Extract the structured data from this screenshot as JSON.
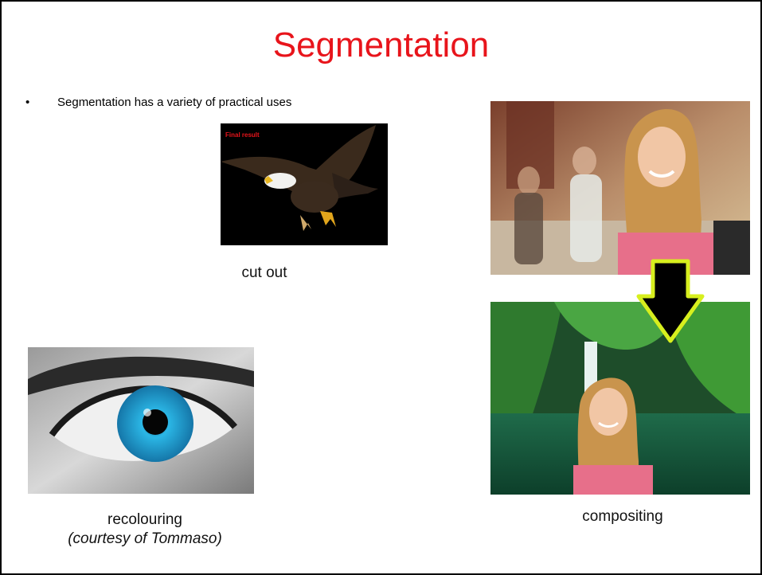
{
  "slide": {
    "title": "Segmentation",
    "bullet": "Segmentation has a variety of practical uses",
    "eagle_overlay_text": "Final result",
    "caption_cutout": "cut out",
    "caption_recolouring": "recolouring",
    "caption_courtesy": "(courtesy of Tommaso)",
    "caption_compositing": "compositing"
  },
  "colors": {
    "title": "#e8141b",
    "overlay_text": "#e8141b",
    "arrow_fill": "#000000",
    "arrow_outline": "#d7ef1e",
    "iris": "#2bb7e6"
  }
}
